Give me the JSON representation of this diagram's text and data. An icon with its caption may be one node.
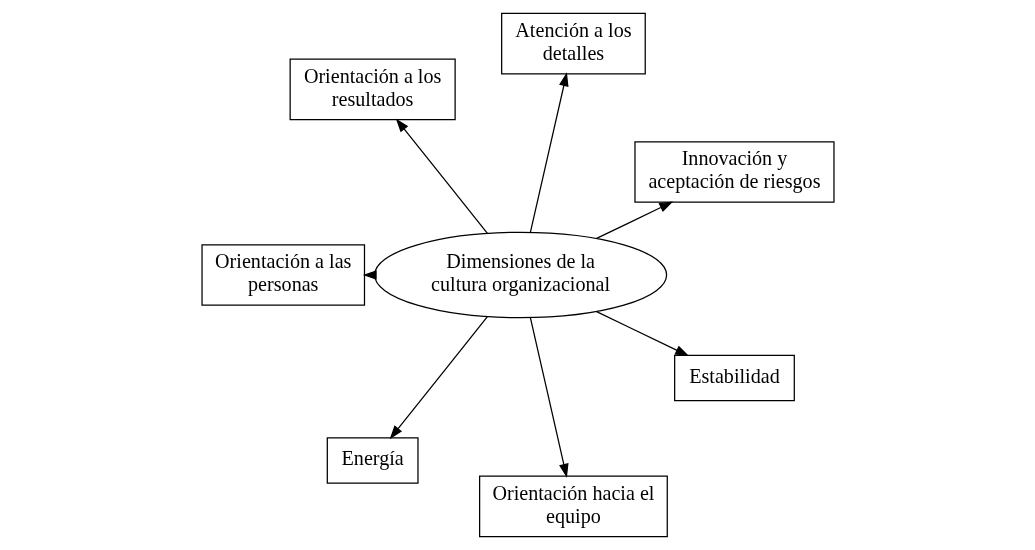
{
  "diagram": {
    "nodes": [
      {
        "text": [
          "Dimensiones de la cultura organizacional"
        ]
      },
      {
        "text": [
          "Innovación y aceptación de riesgos"
        ]
      },
      {
        "text": [
          "Atención a los detalles"
        ]
      },
      {
        "text": [
          "Orientación a los resultados"
        ]
      },
      {
        "text": [
          "Estabilidad"
        ]
      },
      {
        "text": [
          "Orientación a las personas"
        ]
      },
      {
        "text": [
          "Orientación hacia el equipo"
        ]
      },
      {
        "text": [
          "Energía"
        ]
      }
    ],
    "edges": [
      {
        "from": 0,
        "to": 1,
        "arrow": "to"
      },
      {
        "from": 0,
        "to": 2,
        "arrow": "to"
      },
      {
        "from": 0,
        "to": 3,
        "arrow": "to"
      },
      {
        "from": 0,
        "to": 4,
        "arrow": "to"
      },
      {
        "from": 0,
        "to": 5,
        "arrow": "to"
      },
      {
        "from": 0,
        "to": 6,
        "arrow": "to"
      },
      {
        "from": 0,
        "to": 7,
        "arrow": "to"
      }
    ]
  }
}
